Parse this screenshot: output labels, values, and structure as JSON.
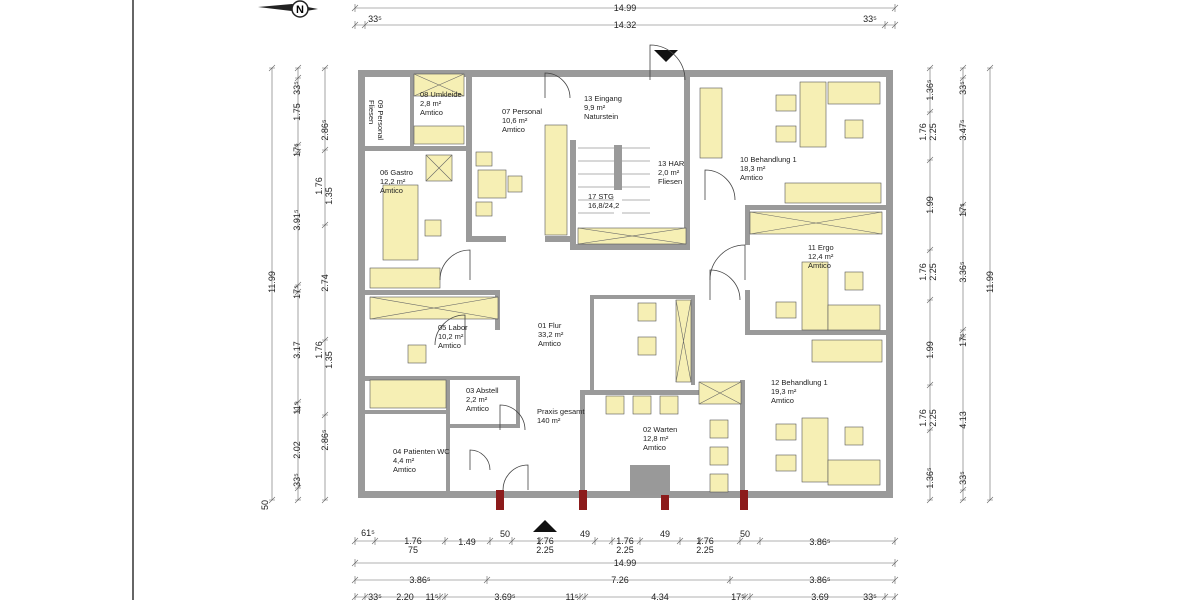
{
  "plan": {
    "wall_color": "#9a9a9a",
    "furniture_color": "#f6efb4",
    "structural_wall_color": "#8c1b1b",
    "north_label": "N",
    "rooms": [
      {
        "id": "08",
        "lines": [
          "08 Umkleide",
          "2,8 m²",
          "Amtico"
        ]
      },
      {
        "id": "09",
        "lines": [
          "09 Personal",
          "Fliesen"
        ]
      },
      {
        "id": "07",
        "lines": [
          "07 Personal",
          "10,6 m²",
          "Amtico"
        ]
      },
      {
        "id": "13a",
        "lines": [
          "13 Eingang",
          "9,9 m²",
          "Naturstein"
        ]
      },
      {
        "id": "13b",
        "lines": [
          "13 HAR",
          "2,0 m²",
          "Fliesen"
        ]
      },
      {
        "id": "17",
        "lines": [
          "17 STG",
          "16,8/24,2"
        ]
      },
      {
        "id": "06",
        "lines": [
          "06 Gastro",
          "12,2 m²",
          "Amtico"
        ]
      },
      {
        "id": "10",
        "lines": [
          "10 Behandlung 1",
          "18,3 m²",
          "Amtico"
        ]
      },
      {
        "id": "11",
        "lines": [
          "11 Ergo",
          "12,4 m²",
          "Amtico"
        ]
      },
      {
        "id": "05",
        "lines": [
          "05 Labor",
          "10,2 m²",
          "Amtico"
        ]
      },
      {
        "id": "01",
        "lines": [
          "01 Flur",
          "33,2 m²",
          "Amtico"
        ]
      },
      {
        "id": "03",
        "lines": [
          "03 Abstell",
          "2,2 m²",
          "Amtico"
        ]
      },
      {
        "id": "total",
        "lines": [
          "Praxis gesamt",
          "140 m²"
        ]
      },
      {
        "id": "04",
        "lines": [
          "04 Patienten WC",
          "4,4 m²",
          "Amtico"
        ]
      },
      {
        "id": "02",
        "lines": [
          "02 Warten",
          "12,8 m²",
          "Amtico"
        ]
      },
      {
        "id": "12",
        "lines": [
          "12 Behandlung 1",
          "19,3 m²",
          "Amtico"
        ]
      }
    ]
  },
  "dimensions": {
    "top_overall": "14.99",
    "top_inner": [
      "33⁵",
      "14.32",
      "33⁵"
    ],
    "left_overall": "11.99",
    "left_mid": [
      "33⁵",
      "1.75",
      "17⁵",
      "3.91⁵",
      "17⁵",
      "3.17",
      "11⁵",
      "2.02",
      "33⁵"
    ],
    "left_inner": [
      "2.86⁵",
      "1.76",
      "1.35",
      "2.74",
      "1.76",
      "1.35",
      "2.86⁵"
    ],
    "left_offset": "50",
    "right_inner": [
      "1.36⁵",
      "1.76",
      "2.25",
      "1.99",
      "1.76",
      "2.25",
      "1.99",
      "1.76",
      "2.25",
      "1.36⁵"
    ],
    "right_mid": [
      "33⁵",
      "3.47⁵",
      "17⁵",
      "3.36⁵",
      "17⁵",
      "4.13",
      "33⁵"
    ],
    "right_overall": "11.99",
    "bottom_openings": [
      "61⁵",
      "1.76",
      "75",
      "1.49",
      "50",
      "1.76",
      "2.25",
      "49",
      "1.76",
      "2.25",
      "49",
      "1.76",
      "2.25",
      "50",
      "3.86⁵"
    ],
    "bottom_overall": "14.99",
    "bottom_bays": [
      "3.86⁵",
      "7.26",
      "3.86⁵"
    ],
    "bottom_rooms": [
      "33⁵",
      "2.20",
      "11⁵",
      "3.69⁵",
      "11⁵",
      "4.34",
      "17⁵",
      "3.69",
      "33⁵"
    ]
  }
}
